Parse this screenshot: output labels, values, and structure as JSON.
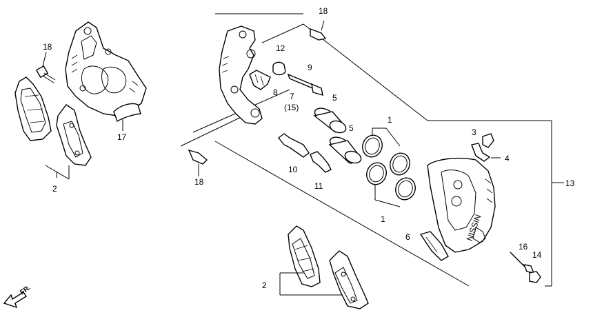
{
  "callouts": {
    "c1a": "1",
    "c1b": "1",
    "c2a": "2",
    "c2b": "2",
    "c3": "3",
    "c4": "4",
    "c5a": "5",
    "c5b": "5",
    "c6": "6",
    "c7": "7",
    "c8": "8",
    "c9": "9",
    "c10": "10",
    "c11": "11",
    "c12": "12",
    "c13": "13",
    "c14": "14",
    "c15": "(15)",
    "c16": "16",
    "c17": "17",
    "c18a": "18",
    "c18b": "18",
    "c18c": "18"
  },
  "direction_marker": "FR.",
  "caliper_mark": "NISSIN"
}
